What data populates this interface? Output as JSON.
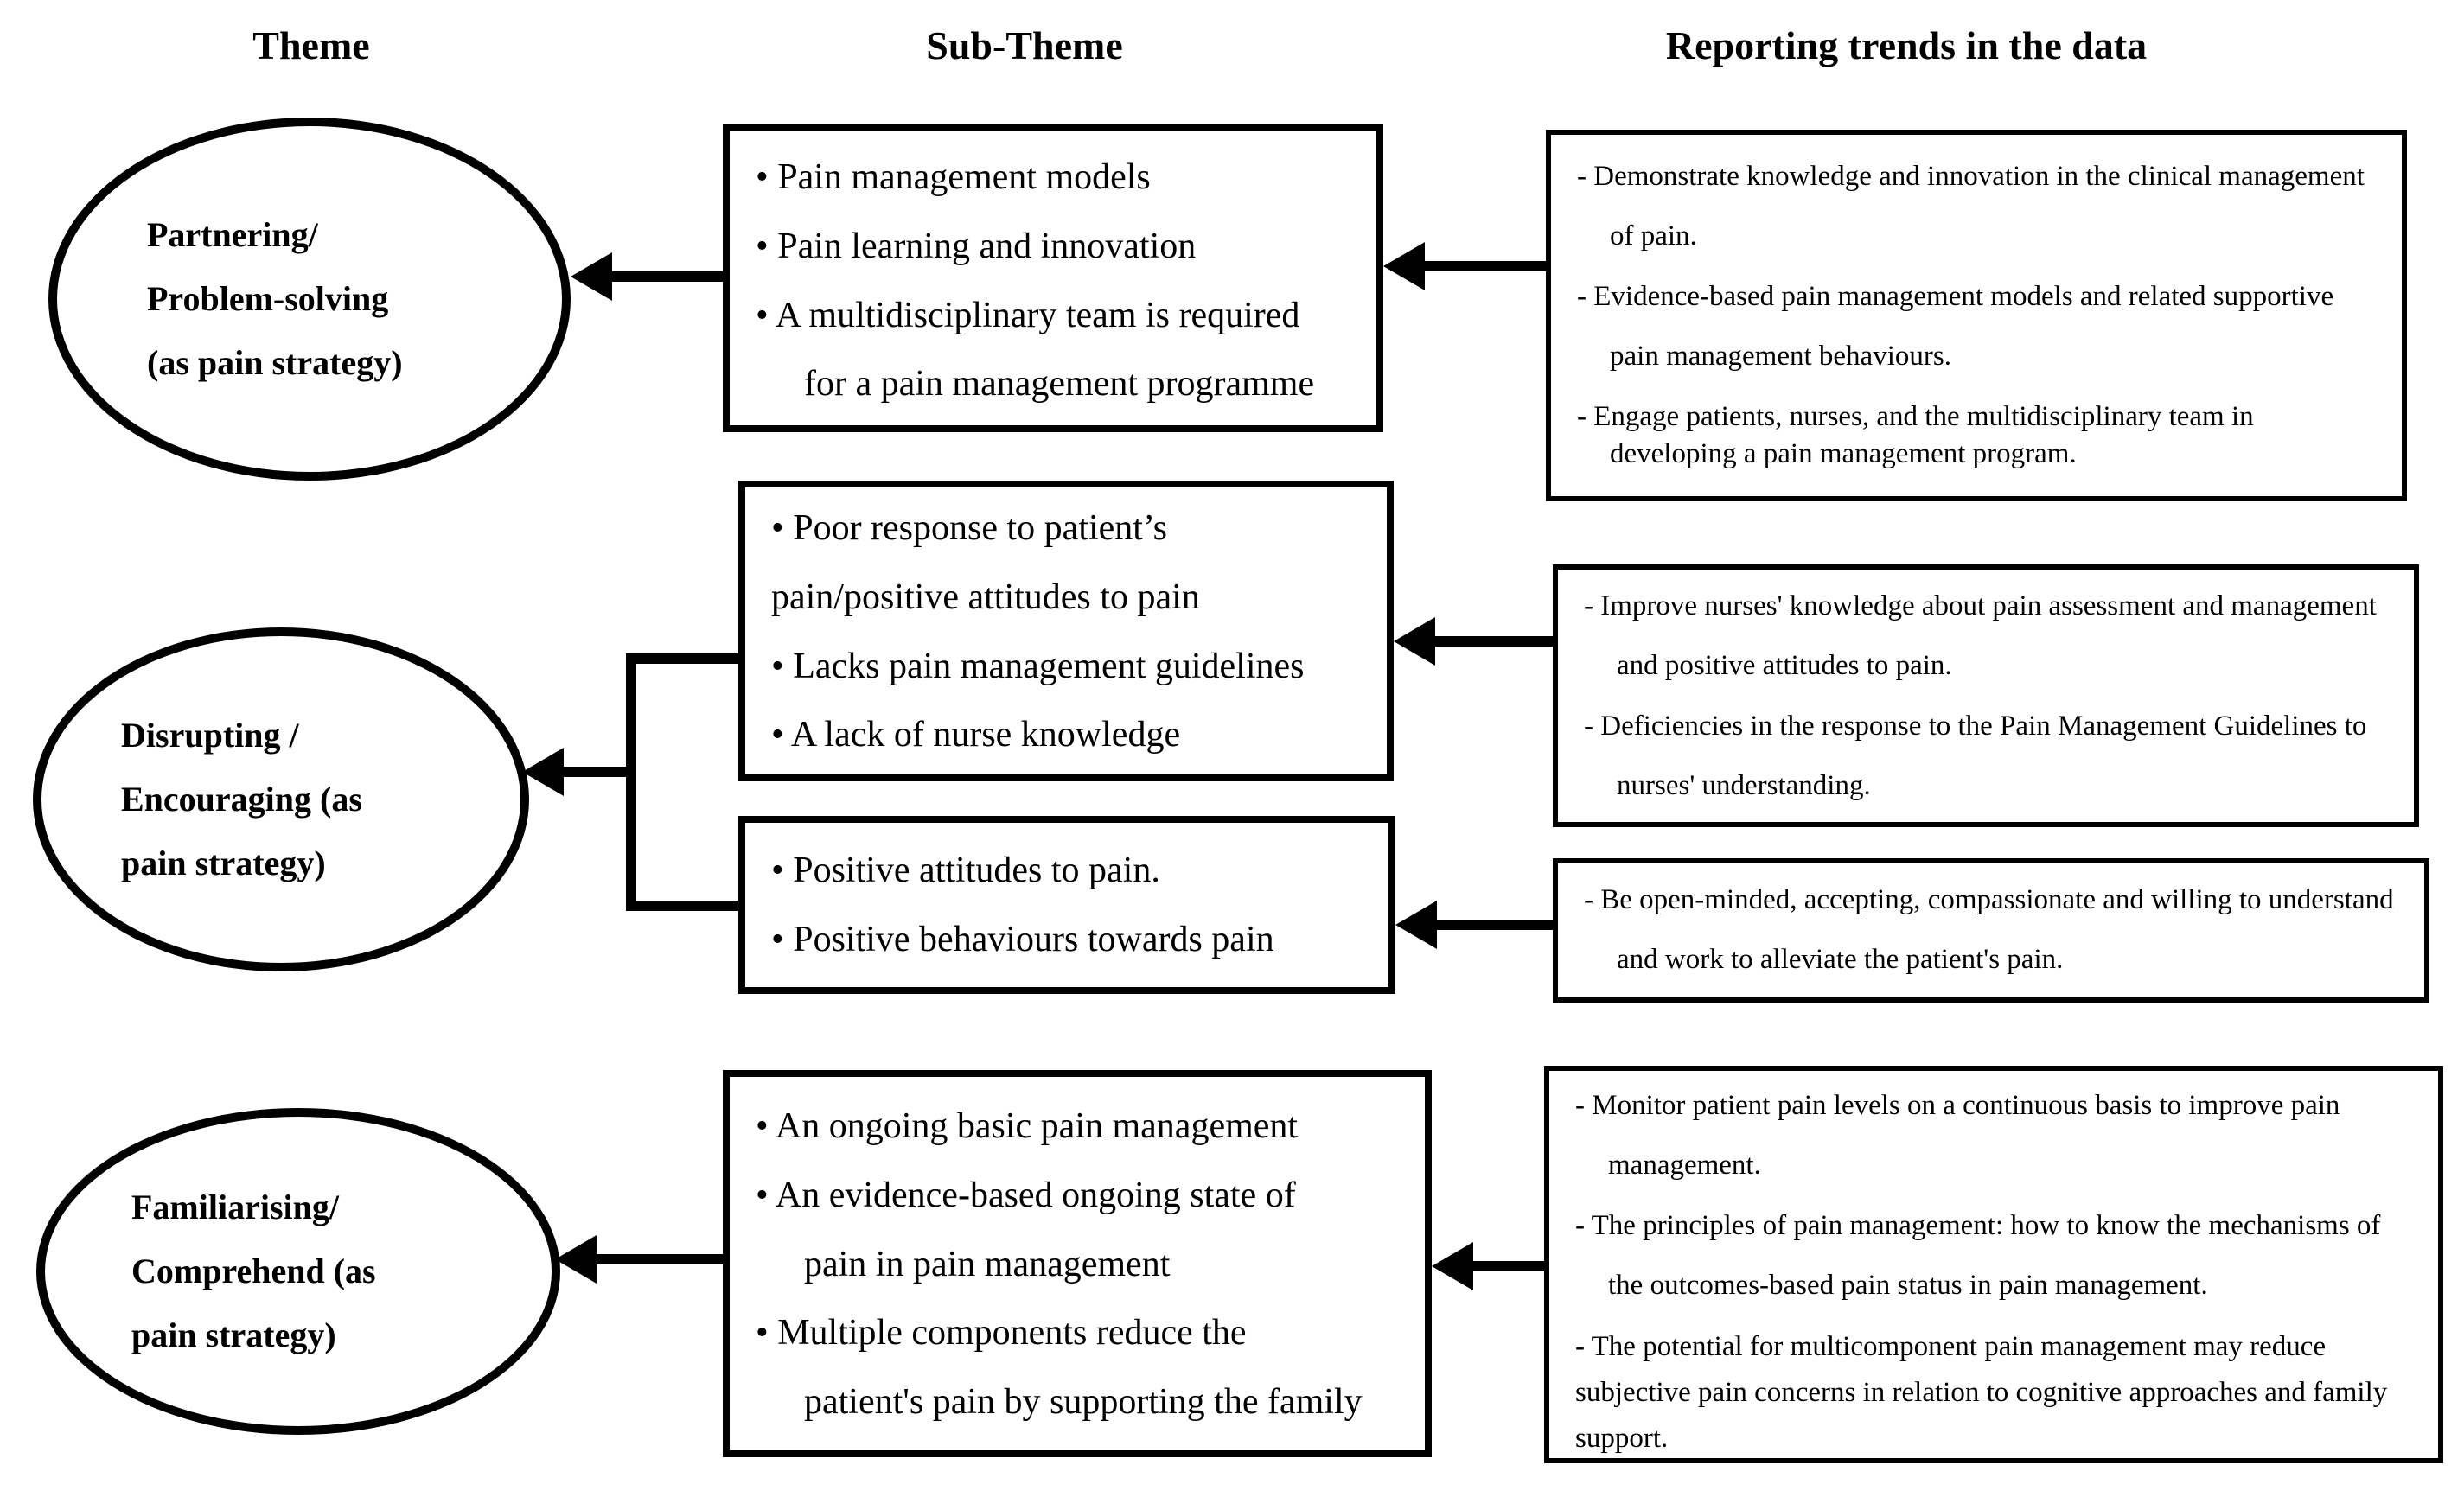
{
  "headers": {
    "theme": "Theme",
    "subtheme": "Sub-Theme",
    "reporting": "Reporting trends in the data"
  },
  "themes": {
    "t1": {
      "label": "Partnering/\nProblem-solving\n(as pain strategy)"
    },
    "t2": {
      "label": "Disrupting /\nEncouraging  (as\npain strategy)"
    },
    "t3": {
      "label": "Familiarising/\nComprehend (as\npain strategy)"
    }
  },
  "subthemes": {
    "box1": {
      "bullets": [
        "• Pain management models",
        "• Pain learning and innovation",
        "• A multidisciplinary team is required\nfor a pain management programme"
      ]
    },
    "box2": {
      "bullets": [
        "• Poor response to patient’s\npain/positive attitudes to pain",
        "• Lacks pain management guidelines",
        "• A lack of nurse knowledge"
      ]
    },
    "box3": {
      "bullets": [
        "• Positive attitudes to pain.",
        "• Positive behaviours towards pain"
      ]
    },
    "box4": {
      "bullets": [
        "• An ongoing basic pain management",
        "• An evidence-based ongoing state of\npain in pain management",
        "• Multiple components reduce the\npatient's pain by supporting the family"
      ]
    }
  },
  "reporting": {
    "box1": {
      "items": [
        "- Demonstrate knowledge and innovation in the clinical management\nof pain.",
        "- Evidence-based pain management models and related supportive\npain management behaviours.",
        "- Engage patients, nurses, and the multidisciplinary team in\ndeveloping a pain management program."
      ]
    },
    "box2": {
      "items": [
        "- Improve nurses' knowledge about pain assessment and management\nand positive attitudes to pain.",
        "- Deficiencies in the response to the Pain Management Guidelines to\nnurses' understanding."
      ]
    },
    "box3": {
      "items": [
        "- Be open-minded, accepting, compassionate and willing to understand\nand work to alleviate the patient's pain."
      ]
    },
    "box4": {
      "items": [
        "- Monitor patient pain levels on a continuous basis to improve pain\nmanagement.",
        "- The principles of pain management: how to know the mechanisms of\nthe outcomes-based pain status in pain management.",
        "- The potential for multicomponent pain management may reduce\nsubjective pain concerns in relation to cognitive approaches and family\nsupport."
      ]
    }
  }
}
